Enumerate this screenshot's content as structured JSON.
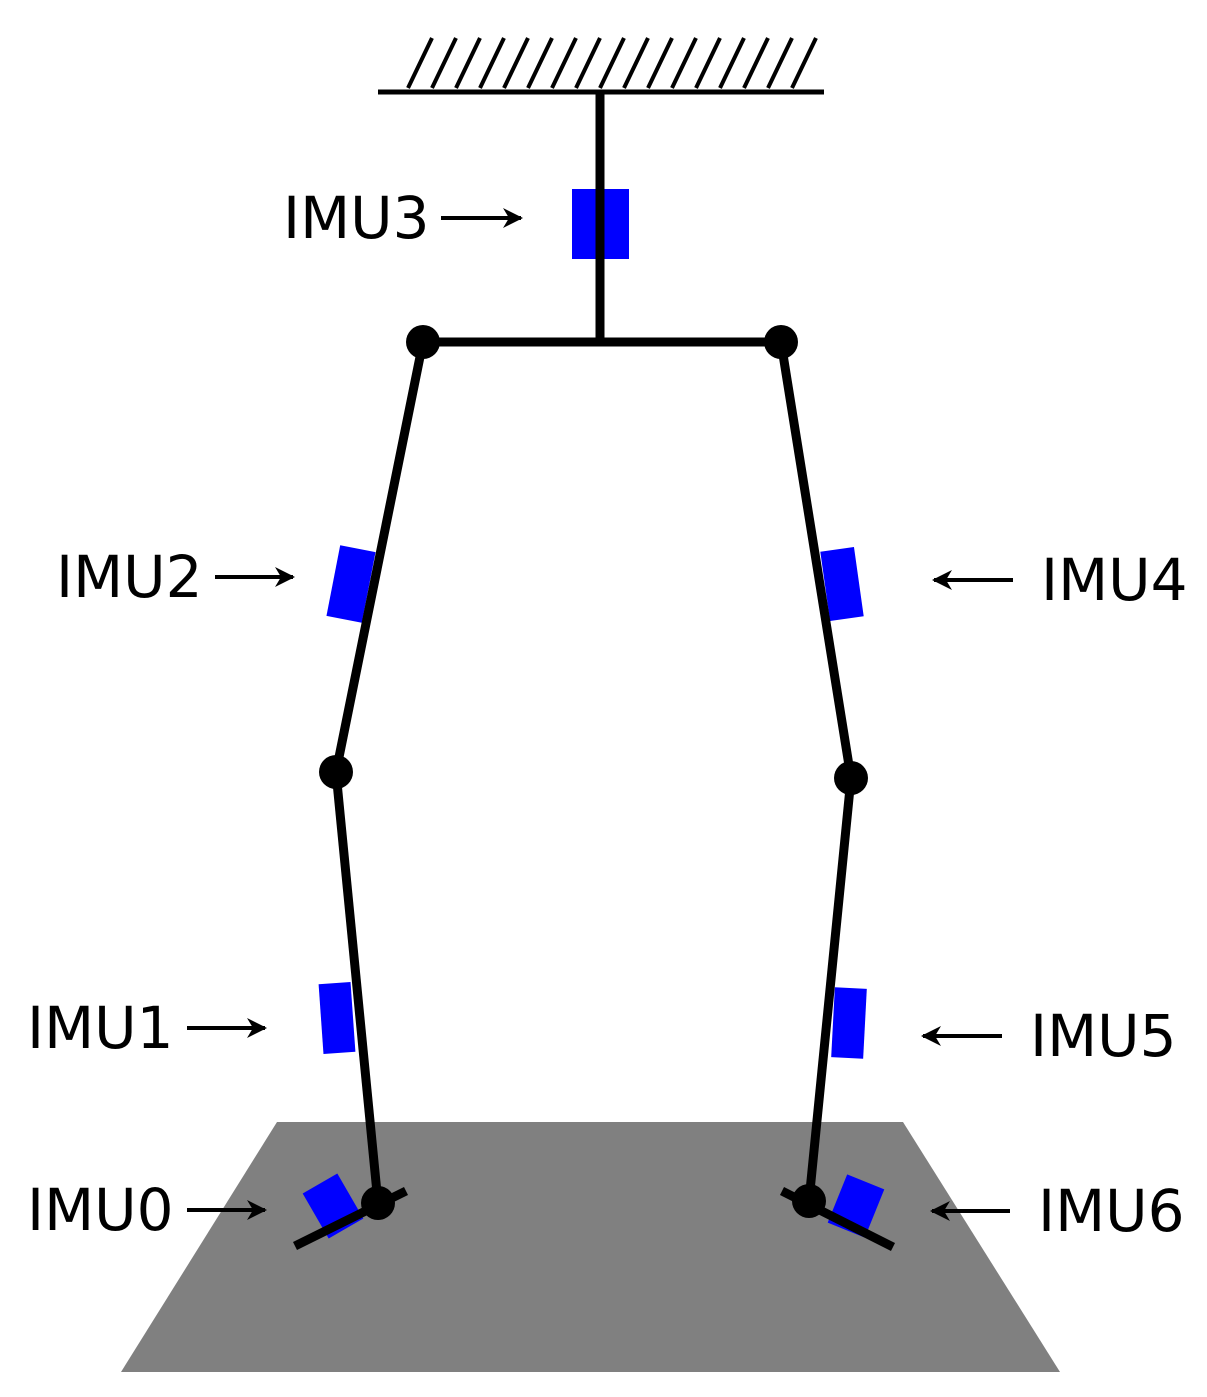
{
  "colors": {
    "background": "#ffffff",
    "links": "#000000",
    "imu": "#0000ff",
    "ground": "#808080"
  },
  "labels": {
    "imu0": "IMU0",
    "imu1": "IMU1",
    "imu2": "IMU2",
    "imu3": "IMU3",
    "imu4": "IMU4",
    "imu5": "IMU5",
    "imu6": "IMU6"
  },
  "icons": {
    "support": "fixed-support-hatch-icon",
    "joint": "revolute-joint-icon",
    "arrow": "arrow-right-icon"
  }
}
